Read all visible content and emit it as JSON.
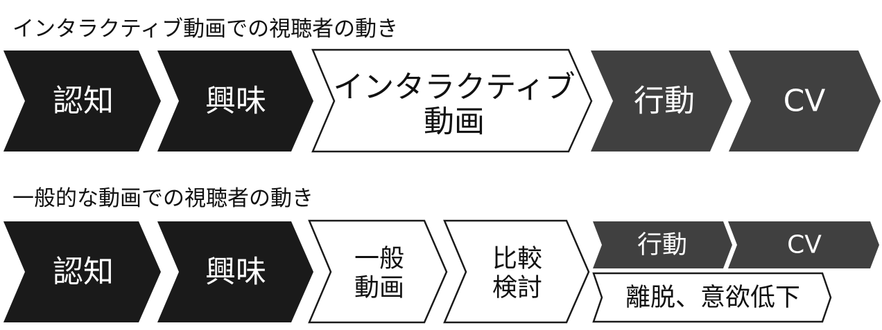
{
  "diagram": {
    "interactive_flow": {
      "title": "インタラクティブ動画での視聴者の動き",
      "steps": [
        {
          "label": "認知"
        },
        {
          "label": "興味"
        },
        {
          "lines": [
            "インタラクティブ",
            "動画"
          ]
        },
        {
          "label": "行動"
        },
        {
          "label": "CV"
        }
      ]
    },
    "general_flow": {
      "title": "一般的な動画での視聴者の動き",
      "steps": [
        {
          "label": "認知"
        },
        {
          "label": "興味"
        },
        {
          "lines": [
            "一般",
            "動画"
          ]
        },
        {
          "lines": [
            "比較",
            "検討"
          ]
        },
        {
          "label": "行動"
        },
        {
          "label": "CV"
        },
        {
          "label": "離脱、意欲低下"
        }
      ]
    },
    "colors": {
      "dark": "#1a1a1a",
      "gray": "#404040",
      "white": "#ffffff"
    }
  }
}
